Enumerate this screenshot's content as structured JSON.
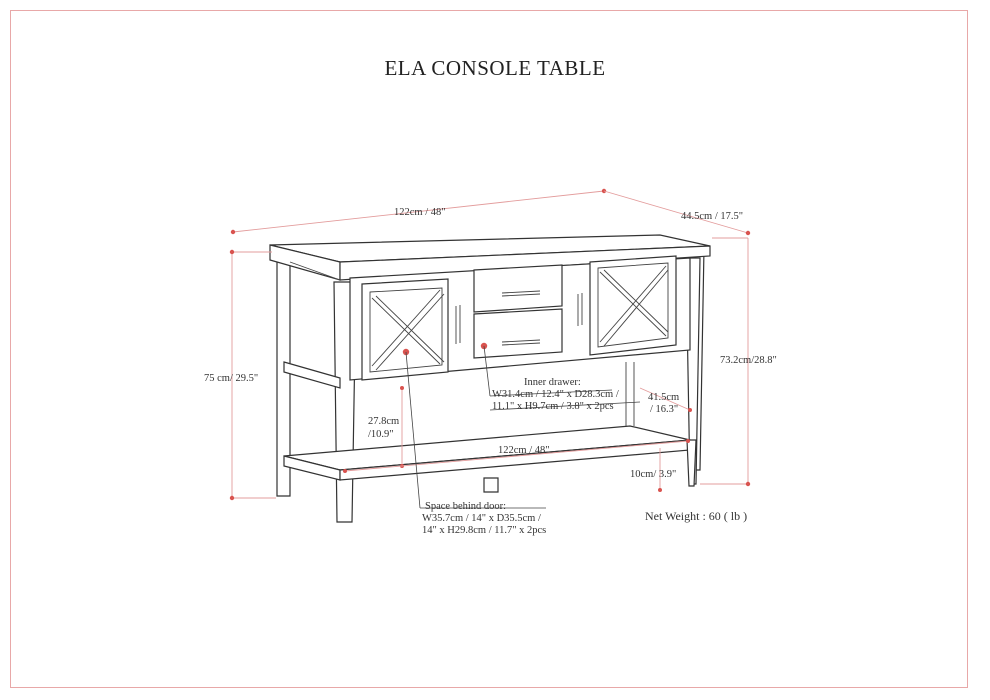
{
  "title": "ELA CONSOLE TABLE",
  "dimensions": {
    "width_top": "122cm / 48\"",
    "depth": "44.5cm / 17.5\"",
    "height_total": "75 cm/ 29.5\"",
    "height_side": "73.2cm/28.8\"",
    "shelf_gap_1": "27.8cm",
    "shelf_gap_2": "/10.9\"",
    "shelf_width": "122cm / 48\"",
    "shelf_depth_1": "41.5cm",
    "shelf_depth_2": "/ 16.3\"",
    "leg_height": "10cm/ 3.9\""
  },
  "inner_drawer": {
    "line1": "Inner drawer:",
    "line2": "W31.4cm / 12.4\" x D28.3cm /",
    "line3": "11.1\" x H9.7cm / 3.8\" x 2pcs"
  },
  "behind_door": {
    "line1": "Space behind door:",
    "line2": "W35.7cm / 14\" x D35.5cm /",
    "line3": "14\" x H29.8cm / 11.7\" x 2pcs"
  },
  "net_weight": "Net Weight : 60 ( lb )",
  "colors": {
    "frame": "#e8a8a8",
    "dimension_line": "#e39c9c",
    "marker": "#d9534f",
    "drawing": "#333333"
  }
}
